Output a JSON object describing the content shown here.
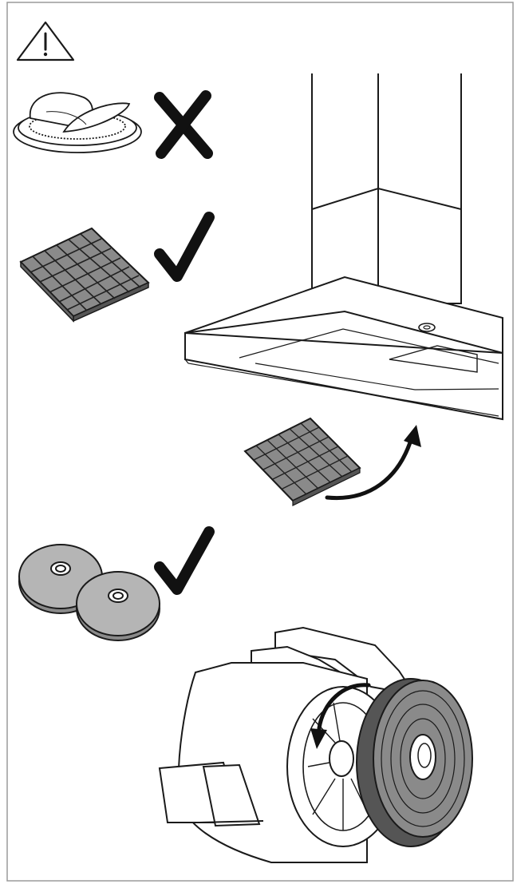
{
  "colors": {
    "line": "#1a1a1a",
    "filter_fill": "#8a8a8a",
    "filter_cell": "#6e6e6e",
    "disc_fill": "#b5b5b5",
    "mark": "#111111",
    "frame": "#9a9a9a"
  },
  "icons": {
    "warning": "warning-triangle-icon",
    "cross": "cross-mark-icon",
    "check": "check-mark-icon"
  },
  "sections": [
    {
      "item": "grease-tray-icon",
      "status": "not-suitable"
    },
    {
      "item": "square-carbon-filter-icon",
      "status": "suitable"
    },
    {
      "item": "round-carbon-filter-icon",
      "status": "suitable"
    }
  ]
}
